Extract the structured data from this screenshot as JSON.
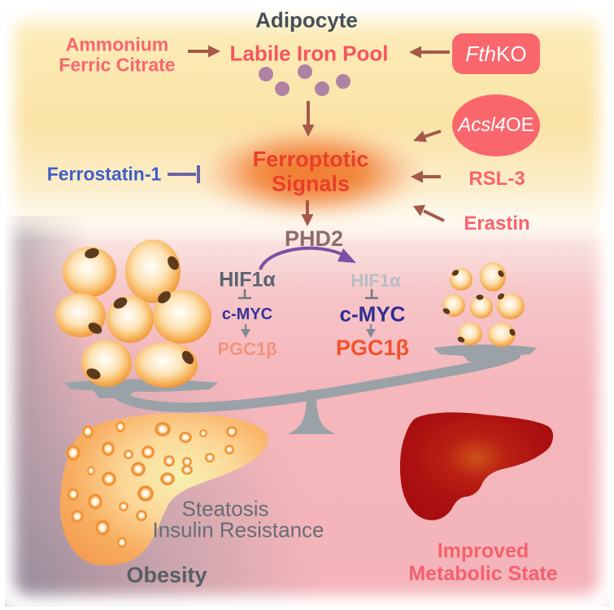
{
  "title": "Adipocyte",
  "top": {
    "ammonium_line1": "Ammonium",
    "ammonium_line2": "Ferric Citrate",
    "labile_iron_pool": "Labile Iron Pool",
    "fthko_italic": "Fth",
    "fthko_rest": "KO",
    "acsl4oe_italic": "Acsl4",
    "acsl4oe_rest": "OE",
    "ferrostatin": "Ferrostatin-1",
    "ferroptotic_line1": "Ferroptotic",
    "ferroptotic_line2": "Signals",
    "rsl3": "RSL-3",
    "erastin": "Erastin",
    "phd2": "PHD2"
  },
  "pathways": {
    "left": {
      "hif1a": "HIF1α",
      "cmyc": "c-MYC",
      "pgc1b": "PGC1β"
    },
    "right": {
      "hif1a": "HIF1α",
      "cmyc": "c-MYC",
      "pgc1b": "PGC1β"
    }
  },
  "bottom": {
    "steatosis": "Steatosis",
    "insulin_resistance": "Insulin Resistance",
    "obesity": "Obesity",
    "improved_line1": "Improved",
    "improved_line2": "Metabolic State"
  },
  "colors": {
    "salmon_text": "#f8636d",
    "node_fill": "#f9676d",
    "arrow": "#a5584a",
    "blue_text": "#3f5ec7",
    "inhibitor_line": "#6a63a8",
    "red_text": "#ea3e2b",
    "phd2_text": "#8f6b6c",
    "purple_arrow": "#7b50a6",
    "navy_text": "#2e2e92",
    "orange_text": "#f4512c",
    "gray_text": "#676d73",
    "scale_gray": "#9aa2a8"
  }
}
